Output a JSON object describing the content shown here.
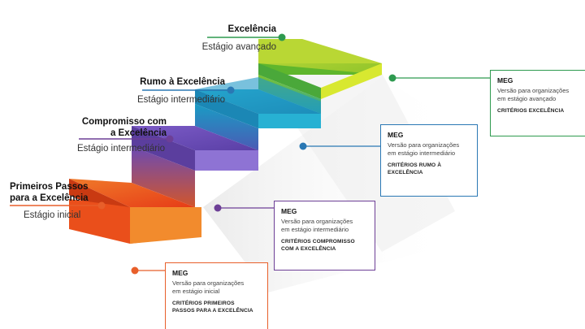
{
  "colors": {
    "green": "#2e9a4f",
    "blue": "#2a78b4",
    "purple": "#6d3f96",
    "orange": "#e85f2a",
    "step_green": "#a8d22c",
    "step_teal": "#1fa6c9",
    "step_purple": "#6a4ab5",
    "step_orange": "#ec4d1c"
  },
  "stages": [
    {
      "id": "excelencia",
      "title": "Excelência",
      "subtitle": "Estágio avançado",
      "color": "green"
    },
    {
      "id": "rumo",
      "title": "Rumo à Excelência",
      "subtitle": "Estágio intermediário",
      "color": "blue"
    },
    {
      "id": "compromisso",
      "title_line1": "Compromisso com",
      "title_line2": "a Excelência",
      "subtitle": "Estágio intermediário",
      "color": "purple"
    },
    {
      "id": "primeiros",
      "title_line1": "Primeiros Passos",
      "title_line2": "para a Excelência",
      "subtitle": "Estágio inicial",
      "color": "orange"
    }
  ],
  "cards": [
    {
      "id": "excelencia",
      "title": "MEG",
      "description": "Versão para organizações\nem estágio avançado",
      "criteria": "CRITÉRIOS EXCELÊNCIA",
      "color": "green"
    },
    {
      "id": "rumo",
      "title": "MEG",
      "description": "Versão para organizações\nem estágio intermediário",
      "criteria": "CRITÉRIOS RUMO À\nEXCELÊNCIA",
      "color": "blue"
    },
    {
      "id": "compromisso",
      "title": "MEG",
      "description": "Versão para organizações\nem estágio intermediário",
      "criteria": "CRITÉRIOS COMPROMISSO\nCOM A EXCELÊNCIA",
      "color": "purple"
    },
    {
      "id": "primeiros",
      "title": "MEG",
      "description": "Versão para organizações\nem estágio inicial",
      "criteria": "CRITÉRIOS PRIMEIROS\nPASSOS PARA A EXCELÊNCIA",
      "color": "orange"
    }
  ]
}
